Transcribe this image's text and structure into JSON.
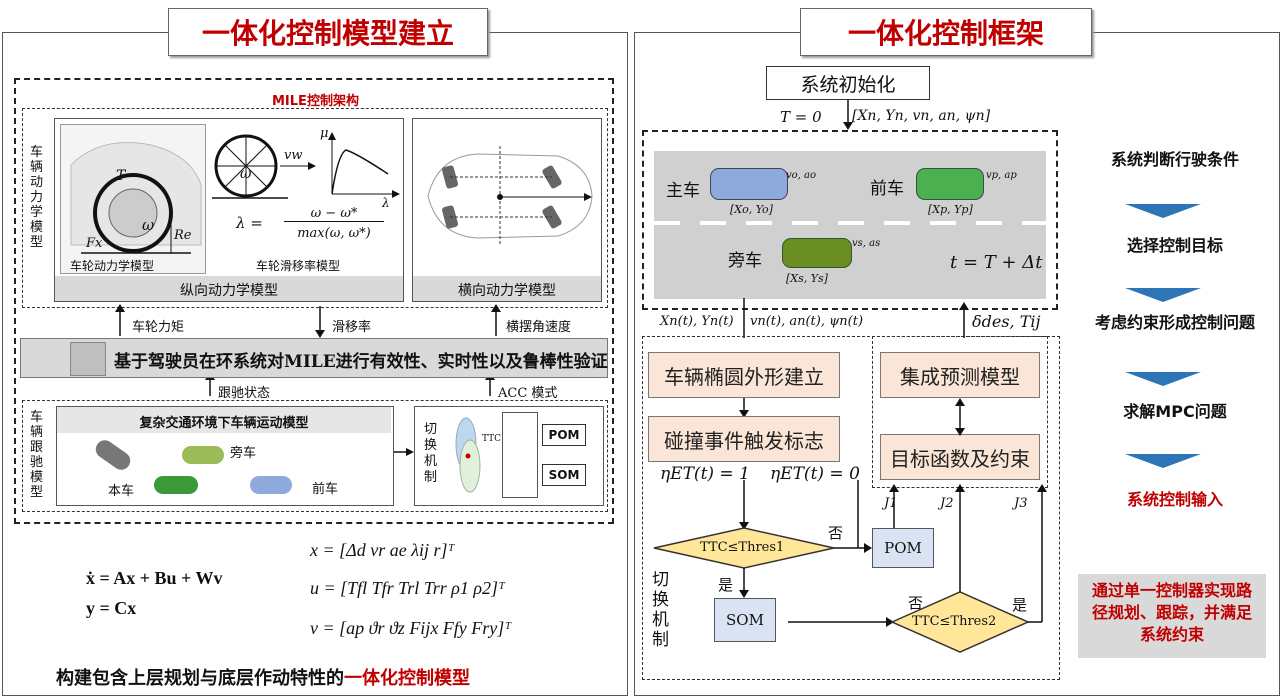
{
  "left": {
    "title": "一体化控制模型建立",
    "mile_label": "MILE控制架构",
    "vehicle_dyn_label": "车辆动力学模型",
    "wheel_caption": "车轮动力学模型",
    "slip_caption": "车轮滑移率模型",
    "longitudinal_caption": "纵向动力学模型",
    "lateral_caption": "横向动力学模型",
    "wheel_torque": "车轮力矩",
    "slip_rate": "滑移率",
    "yaw_rate": "横摆角速度",
    "hil_text": "基于驾驶员在环系统对MILE进行有效性、实时性以及鲁棒性验证",
    "follow_state": "跟驰状态",
    "acc_mode": "ACC 模式",
    "follow_model_label": "车辆跟驰模型",
    "traffic_title": "复杂交通环境下车辆运动模型",
    "side_car": "旁车",
    "own_car": "本车",
    "front_car": "前车",
    "switch_label": "切换机制",
    "ttc": "TTC",
    "pom": "POM",
    "som": "SOM",
    "wheel_T": "T",
    "wheel_omega": "ω",
    "wheel_Fx": "Fx",
    "wheel_Re": "Re",
    "slip_vw": "vw",
    "slip_mu": "μ",
    "slip_lambda": "λ",
    "slip_formula_lhs": "λ =",
    "slip_formula_num": "ω − ω*",
    "slip_formula_den": "max(ω, ω*)",
    "eq_state": "ẋ = Ax + Bu + Wv",
    "eq_output": "y = Cx",
    "eq_x": "x = [Δd   vr   ae   λij   r]ᵀ",
    "eq_u": "u = [Tfl   Tfr   Trl   Trr   ρ1   ρ2]ᵀ",
    "eq_v": "v = [ap   ϑr   ϑz   Fijx   Ffy   Fry]ᵀ",
    "bottom_text_black": "构建包含上层规划与底层作动特性的",
    "bottom_text_red": "一体化控制模型"
  },
  "right": {
    "title": "一体化控制框架",
    "init": "系统初始化",
    "t_zero": "T = 0",
    "init_vars": "[Xn, Yn, vn, an, ψn]",
    "main_car": "主车",
    "front_car": "前车",
    "side_car": "旁车",
    "coord_main": "[Xo, Yo]",
    "coord_front": "[Xp, Yp]",
    "coord_side": "[Xs, Ys]",
    "v_main": "vo, ao",
    "v_front": "vp, ap",
    "v_side": "vs, as",
    "t_update": "t = T + Δt",
    "signals_left": "Xn(t), Yn(t)",
    "signals_mid": "vn(t), an(t), ψn(t)",
    "signals_right": "δdes, Tij",
    "ellipse_model": "车辆椭圆外形建立",
    "collision_flag": "碰撞事件触发标志",
    "eta1": "ηET(t) = 1",
    "eta0": "ηET(t) = 0",
    "predict_model": "集成预测模型",
    "objective": "目标函数及约束",
    "ttc_thres1": "TTC≤Thres1",
    "ttc_thres2": "TTC≤Thres2",
    "no1": "否",
    "yes1": "是",
    "no2": "否",
    "yes2": "是",
    "pom": "POM",
    "som": "SOM",
    "j1": "J1",
    "j2": "J2",
    "j3": "J3",
    "switch_vertical": "切换机制",
    "steps": [
      "系统判断行驶条件",
      "选择控制目标",
      "考虑约束形成控制问题",
      "求解MPC问题",
      "系统控制输入"
    ],
    "summary": "通过单一控制器实现路径规划、跟踪，并满足系统约束"
  }
}
